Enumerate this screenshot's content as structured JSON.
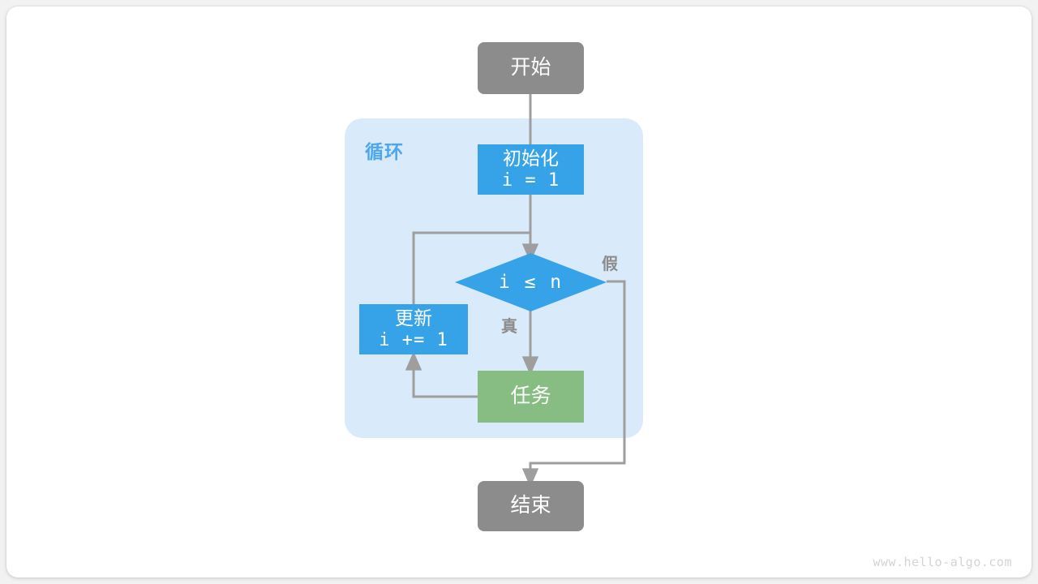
{
  "page": {
    "background_color": "#f2f2f2",
    "card_color": "#ffffff",
    "watermark": "www.hello-algo.com"
  },
  "palette": {
    "terminal": "#8c8c8c",
    "process": "#36a3e8",
    "task": "#87bd82",
    "loop_container": "#d9eafa",
    "loop_title": "#4da6ef",
    "edge": "#9e9e9e",
    "edge_label": "#8c8c8c",
    "node_text": "#ffffff"
  },
  "diagram": {
    "type": "flowchart",
    "title": "",
    "loop_group": {
      "label": "循环"
    },
    "nodes": [
      {
        "id": "start",
        "label": "开始",
        "sublabel": "",
        "shape": "rounded-rect",
        "color": "#8c8c8c"
      },
      {
        "id": "init",
        "label": "初始化",
        "sublabel": "i = 1",
        "shape": "rect",
        "color": "#36a3e8"
      },
      {
        "id": "cond",
        "label": "i ≤ n",
        "sublabel": "",
        "shape": "diamond",
        "color": "#36a3e8"
      },
      {
        "id": "update",
        "label": "更新",
        "sublabel": "i += 1",
        "shape": "rect",
        "color": "#36a3e8"
      },
      {
        "id": "task",
        "label": "任务",
        "sublabel": "",
        "shape": "rect",
        "color": "#87bd82"
      },
      {
        "id": "end",
        "label": "结束",
        "sublabel": "",
        "shape": "rounded-rect",
        "color": "#8c8c8c"
      }
    ],
    "edges": [
      {
        "from": "start",
        "to": "init",
        "label": ""
      },
      {
        "from": "init",
        "to": "cond",
        "label": ""
      },
      {
        "from": "cond",
        "to": "task",
        "label": "真"
      },
      {
        "from": "cond",
        "to": "end",
        "label": "假"
      },
      {
        "from": "task",
        "to": "update",
        "label": ""
      },
      {
        "from": "update",
        "to": "cond",
        "label": ""
      }
    ]
  }
}
